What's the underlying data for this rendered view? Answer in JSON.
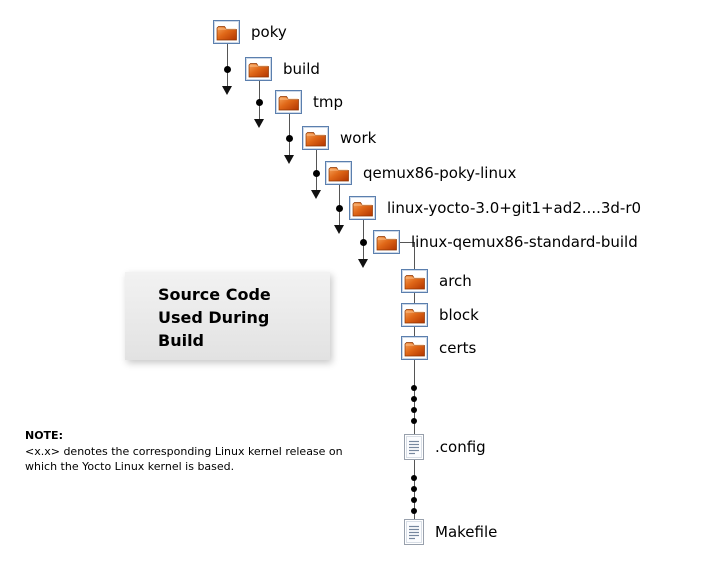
{
  "diagram": {
    "tree": {
      "chain": [
        {
          "label": "poky",
          "icon": "folder"
        },
        {
          "label": "build",
          "icon": "folder"
        },
        {
          "label": "tmp",
          "icon": "folder"
        },
        {
          "label": "work",
          "icon": "folder"
        },
        {
          "label": "qemux86-poky-linux",
          "icon": "folder"
        },
        {
          "label": "linux-yocto-3.0+git1+ad2....3d-r0",
          "icon": "folder"
        },
        {
          "label": "linux-qemux86-standard-build",
          "icon": "folder"
        }
      ],
      "children": [
        {
          "label": "arch",
          "icon": "folder"
        },
        {
          "label": "block",
          "icon": "folder"
        },
        {
          "label": "certs",
          "icon": "folder"
        },
        {
          "label": ".config",
          "icon": "file"
        },
        {
          "label": "Makefile",
          "icon": "file"
        }
      ]
    },
    "callout": {
      "line1": "Source Code",
      "line2": "Used During",
      "line3": "Build"
    },
    "note": {
      "heading": "NOTE:",
      "body": "<x.x> denotes the corresponding Linux kernel release on which the Yocto Linux kernel is based."
    },
    "colors": {
      "folder_orange": "#e06818",
      "icon_border_blue": "#5b7fae",
      "connector_line": "#555555"
    }
  }
}
